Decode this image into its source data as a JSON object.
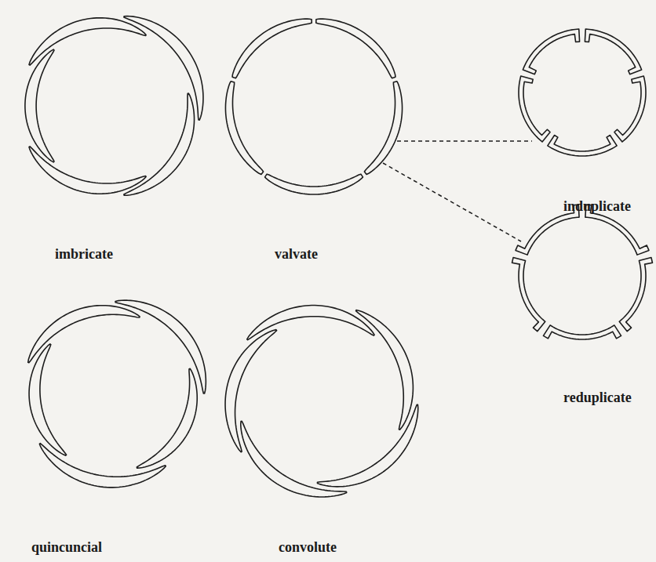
{
  "diagram": {
    "labels": [
      "imbricate",
      "valvate",
      "induplicate",
      "reduplicate",
      "quincuncial",
      "convolute"
    ]
  }
}
